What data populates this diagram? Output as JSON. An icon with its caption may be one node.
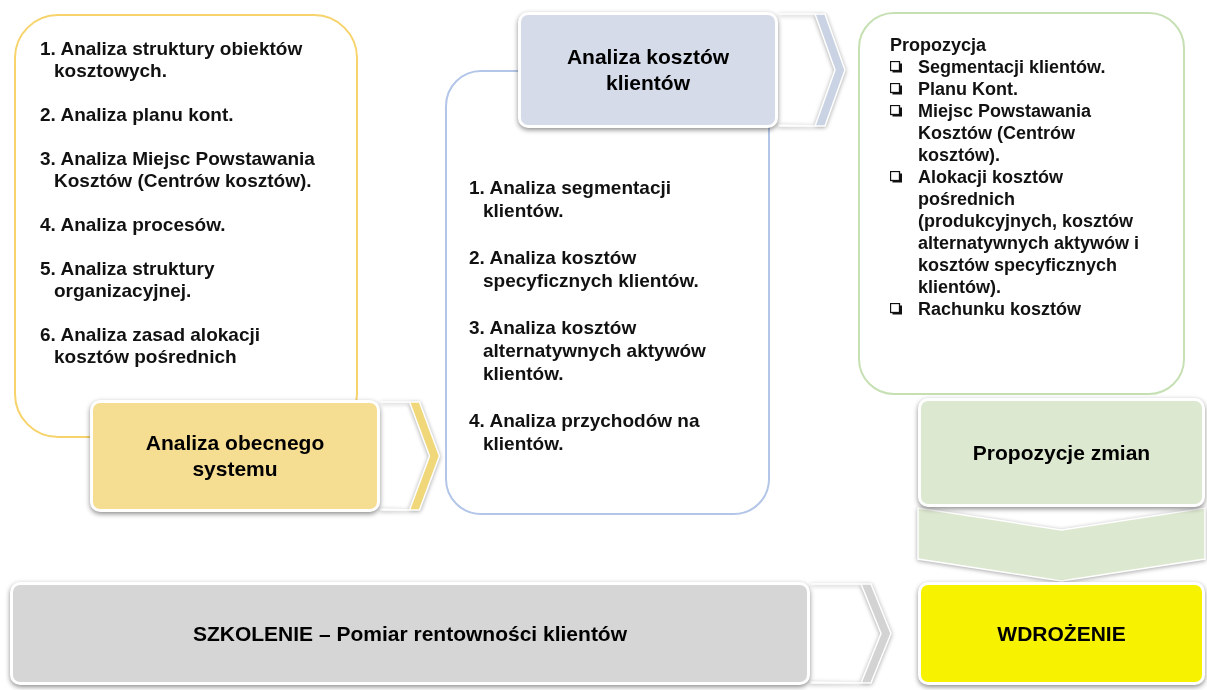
{
  "diagram": {
    "nodes": [
      {
        "text": [
          "1. Analiza struktury obiektów kosztowych.",
          "2. Analiza planu kont.",
          "3. Analiza Miejsc Powstawania Kosztów (Centrów kosztów).",
          "4. Analiza procesów.",
          "5. Analiza struktury organizacyjnej.",
          "6. Analiza zasad alokacji kosztów pośrednich"
        ]
      },
      {
        "text": [
          "Analiza obecnego systemu"
        ]
      },
      {
        "text": [
          "1. Analiza segmentacji klientów.",
          "2. Analiza kosztów specyficznych klientów.",
          "3. Analiza kosztów alternatywnych aktywów klientów.",
          "4. Analiza przychodów na klientów."
        ]
      },
      {
        "text": [
          "Analiza kosztów klientów"
        ]
      },
      {
        "text": [
          "Propozycja",
          "Segmentacji klientów.",
          "Planu Kont.",
          "Miejsc Powstawania Kosztów (Centrów kosztów).",
          "Alokacji kosztów pośrednich (produkcyjnych, kosztów alternatywnych aktywów i kosztów specyficznych klientów).",
          "Rachunku kosztów"
        ]
      },
      {
        "text": [
          "Propozycje zmian"
        ]
      },
      {
        "text": [
          "SZKOLENIE – Pomiar rentowności klientów"
        ]
      },
      {
        "text": [
          "WDROŻENIE"
        ]
      }
    ],
    "edges": [
      {
        "from": 1,
        "to": 2,
        "arrow": "to"
      },
      {
        "from": 3,
        "to": 4,
        "arrow": "to"
      },
      {
        "from": 5,
        "to": 7,
        "arrow": "to"
      },
      {
        "from": 6,
        "to": 7,
        "arrow": "to"
      }
    ]
  }
}
